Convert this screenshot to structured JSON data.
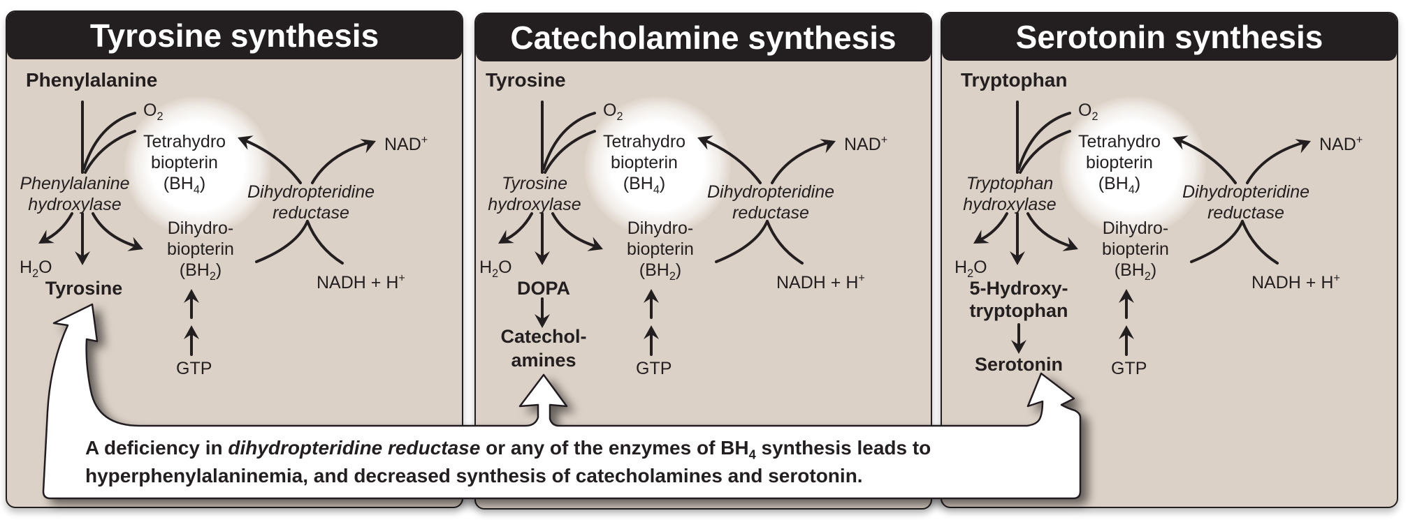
{
  "panels": [
    {
      "title": "Tyrosine synthesis",
      "substrate": "Phenylalanine",
      "o2": "O",
      "o2_sub": "2",
      "cofactor_line1": "Tetrahydro",
      "cofactor_line2": "biopterin",
      "cofactor_line3": "(BH",
      "cofactor_sub": "4",
      "cofactor_close": ")",
      "enzyme_line1": "Phenylalanine",
      "enzyme_line2": "hydroxylase",
      "water": "H",
      "water_sub": "2",
      "water_o": "O",
      "product_lines": [
        "Tyrosine"
      ],
      "final_product_lines": [],
      "reduced_line1": "Dihydro-",
      "reduced_line2": "biopterin",
      "reduced_line3": "(BH",
      "reduced_sub": "2",
      "reduced_close": ")",
      "reductase_line1": "Dihydropteridine",
      "reductase_line2": "reductase",
      "nad": "NAD",
      "nad_sup": "+",
      "nadh": "NADH + H",
      "nadh_sup": "+",
      "gtp": "GTP"
    },
    {
      "title": "Catecholamine synthesis",
      "substrate": "Tyrosine",
      "o2": "O",
      "o2_sub": "2",
      "cofactor_line1": "Tetrahydro",
      "cofactor_line2": "biopterin",
      "cofactor_line3": "(BH",
      "cofactor_sub": "4",
      "cofactor_close": ")",
      "enzyme_line1": "Tyrosine",
      "enzyme_line2": "hydroxylase",
      "water": "H",
      "water_sub": "2",
      "water_o": "O",
      "product_lines": [
        "DOPA"
      ],
      "final_product_lines": [
        "Catechol-",
        "amines"
      ],
      "reduced_line1": "Dihydro-",
      "reduced_line2": "biopterin",
      "reduced_line3": "(BH",
      "reduced_sub": "2",
      "reduced_close": ")",
      "reductase_line1": "Dihydropteridine",
      "reductase_line2": "reductase",
      "nad": "NAD",
      "nad_sup": "+",
      "nadh": "NADH + H",
      "nadh_sup": "+",
      "gtp": "GTP"
    },
    {
      "title": "Serotonin synthesis",
      "substrate": "Tryptophan",
      "o2": "O",
      "o2_sub": "2",
      "cofactor_line1": "Tetrahydro",
      "cofactor_line2": "biopterin",
      "cofactor_line3": "(BH",
      "cofactor_sub": "4",
      "cofactor_close": ")",
      "enzyme_line1": "Tryptophan",
      "enzyme_line2": "hydroxylase",
      "water": "H",
      "water_sub": "2",
      "water_o": "O",
      "product_lines": [
        "5-Hydroxy-",
        "tryptophan"
      ],
      "final_product_lines": [
        "Serotonin"
      ],
      "reduced_line1": "Dihydro-",
      "reduced_line2": "biopterin",
      "reduced_line3": "(BH",
      "reduced_sub": "2",
      "reduced_close": ")",
      "reductase_line1": "Dihydropteridine",
      "reductase_line2": "reductase",
      "nad": "NAD",
      "nad_sup": "+",
      "nadh": "NADH + H",
      "nadh_sup": "+",
      "gtp": "GTP"
    }
  ],
  "callout": {
    "line1_a": "A deficiency in ",
    "line1_italic": "dihydropteridine reductase",
    "line1_b": " or any of the enzymes of BH",
    "line1_sub": "4",
    "line1_c": " synthesis leads to",
    "line2": "hyperphenylalaninemia, and decreased synthesis of catecholamines and serotonin."
  },
  "colors": {
    "panel_bg": "#dcd1c6",
    "title_bar": "#231f20",
    "title_text": "#ffffff",
    "ink": "#231f20",
    "callout_bg": "#ffffff"
  }
}
